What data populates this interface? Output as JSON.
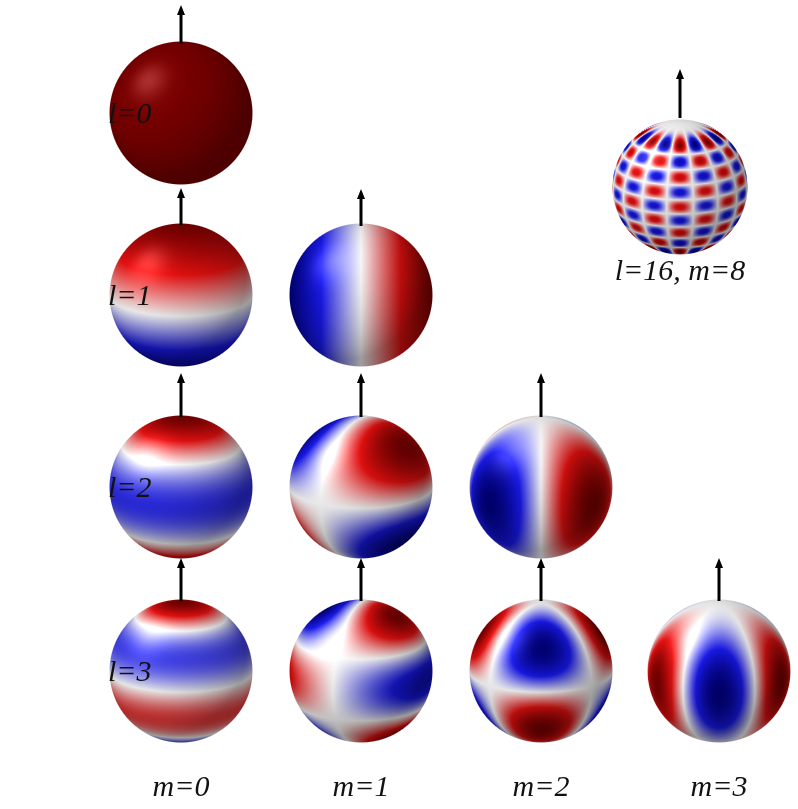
{
  "diagram": {
    "labels": [
      "l=0",
      "l=16, m=8",
      "l=1",
      "l=2",
      "l=3",
      "m=0",
      "m=1",
      "m=2",
      "m=3"
    ]
  }
}
